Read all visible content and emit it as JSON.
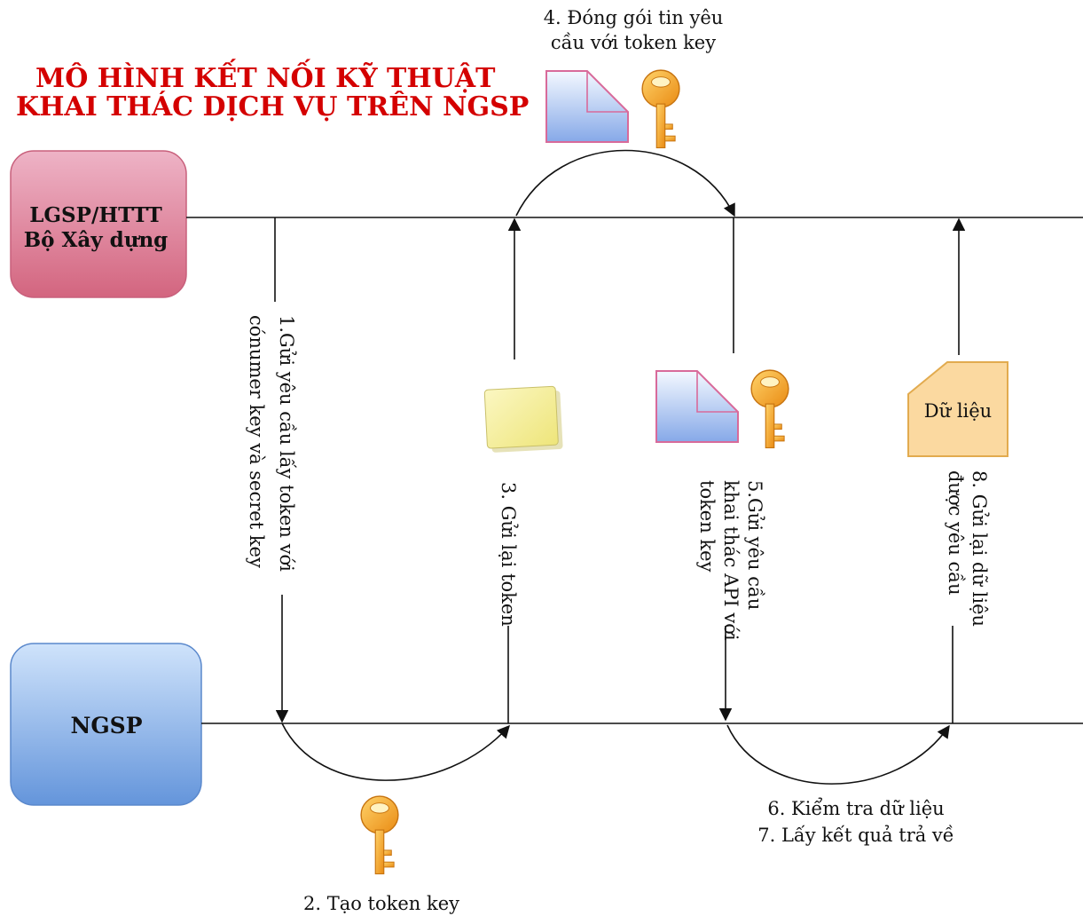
{
  "title": {
    "line1": "MÔ HÌNH KẾT NỐI KỸ THUẬT",
    "line2": "KHAI THÁC DỊCH VỤ TRÊN NGSP"
  },
  "actors": {
    "top": {
      "line1": "LGSP/HTTT",
      "line2": "Bộ Xây dựng"
    },
    "bottom": {
      "label": "NGSP"
    }
  },
  "steps": {
    "s1": {
      "line1": "1.Gửi yêu cầu lấy token với",
      "line2": "cónumer key và secret key"
    },
    "s2": {
      "label": "2. Tạo token key"
    },
    "s3": {
      "label": "3. Gửi lại token"
    },
    "s4": {
      "line1": "4. Đóng gói tin yêu",
      "line2": "cầu với token key"
    },
    "s5": {
      "line1": "5.Gửi yêu cầu",
      "line2": "khai thác API với",
      "line3": "token key"
    },
    "s67": {
      "line1": "6. Kiểm tra dữ liệu",
      "line2": "7. Lấy kết quả trả về"
    },
    "s8": {
      "line1": "8. Gửi lại dữ liệu",
      "line2": "được yêu cầu"
    }
  },
  "data_doc": {
    "label": "Dữ liệu"
  },
  "icons": [
    "key-icon",
    "document-icon",
    "sticky-note-icon",
    "data-document-icon"
  ],
  "colors": {
    "title": "#d40000",
    "top_actor": "#d9738f",
    "bottom_actor": "#6d9fe0",
    "key": "#f2a42a",
    "document": "#8ab0ea",
    "note": "#f7f29a",
    "data_doc": "#fbd9a0"
  }
}
